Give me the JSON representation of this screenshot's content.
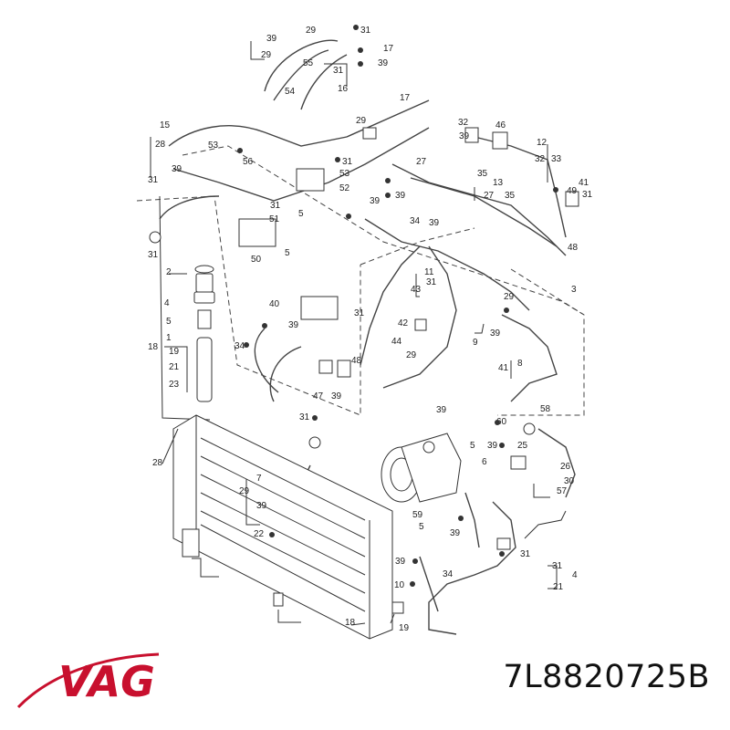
{
  "brand": {
    "name": "VAG",
    "color": "#c8102e"
  },
  "part_number": "7L8820725B",
  "callouts": [
    "29",
    "31",
    "39",
    "17",
    "29",
    "55",
    "39",
    "31",
    "54",
    "16",
    "17",
    "15",
    "28",
    "39",
    "31",
    "53",
    "56",
    "29",
    "31",
    "53",
    "52",
    "5",
    "39",
    "31",
    "51",
    "50",
    "5",
    "34",
    "39",
    "31",
    "32",
    "46",
    "39",
    "12",
    "32",
    "33",
    "35",
    "39",
    "27",
    "13",
    "27",
    "35",
    "41",
    "49",
    "31",
    "48",
    "3",
    "2",
    "4",
    "5",
    "1",
    "18",
    "19",
    "21",
    "23",
    "40",
    "31",
    "39",
    "34",
    "11",
    "31",
    "43",
    "42",
    "44",
    "29",
    "9",
    "39",
    "29",
    "8",
    "41",
    "48",
    "47",
    "39",
    "31",
    "58",
    "39",
    "60",
    "5",
    "39",
    "25",
    "26",
    "30",
    "7",
    "29",
    "39",
    "22",
    "28",
    "6",
    "57",
    "59",
    "5",
    "39",
    "31",
    "39",
    "34",
    "10",
    "31",
    "4",
    "21",
    "19",
    "18"
  ]
}
